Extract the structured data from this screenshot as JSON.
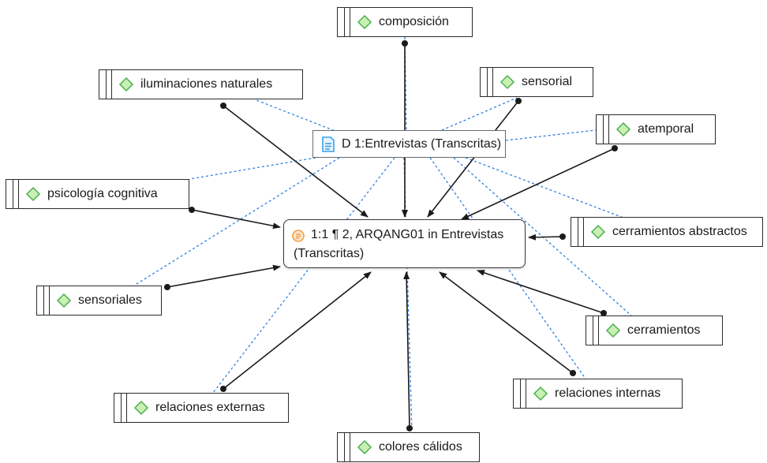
{
  "colors": {
    "link_line": "#2f80e0",
    "arrow": "#1a1a1a",
    "code_icon_fill": "#c9f0b4",
    "code_icon_stroke": "#4caf50",
    "doc_icon": "#3aa0e6",
    "quote_icon": "#f2a14a"
  },
  "document": {
    "label": "D 1:Entrevistas (Transcritas)",
    "icon": "document-icon"
  },
  "quotation": {
    "line1": "1:1 ¶ 2, ARQANG01 in Entrevistas",
    "line2": "(Transcritas)",
    "icon": "quotation-icon"
  },
  "codes": [
    {
      "id": "composicion",
      "label": "composición"
    },
    {
      "id": "iluminaciones-naturales",
      "label": "iluminaciones naturales"
    },
    {
      "id": "sensorial",
      "label": "sensorial"
    },
    {
      "id": "atemporal",
      "label": "atemporal"
    },
    {
      "id": "psicologia-cognitiva",
      "label": "psicología cognitiva"
    },
    {
      "id": "cerramientos-abstractos",
      "label": "cerramientos abstractos"
    },
    {
      "id": "sensoriales",
      "label": "sensoriales"
    },
    {
      "id": "cerramientos",
      "label": "cerramientos"
    },
    {
      "id": "relaciones-externas",
      "label": "relaciones externas"
    },
    {
      "id": "relaciones-internas",
      "label": "relaciones internas"
    },
    {
      "id": "colores-calidos",
      "label": "colores cálidos"
    }
  ]
}
